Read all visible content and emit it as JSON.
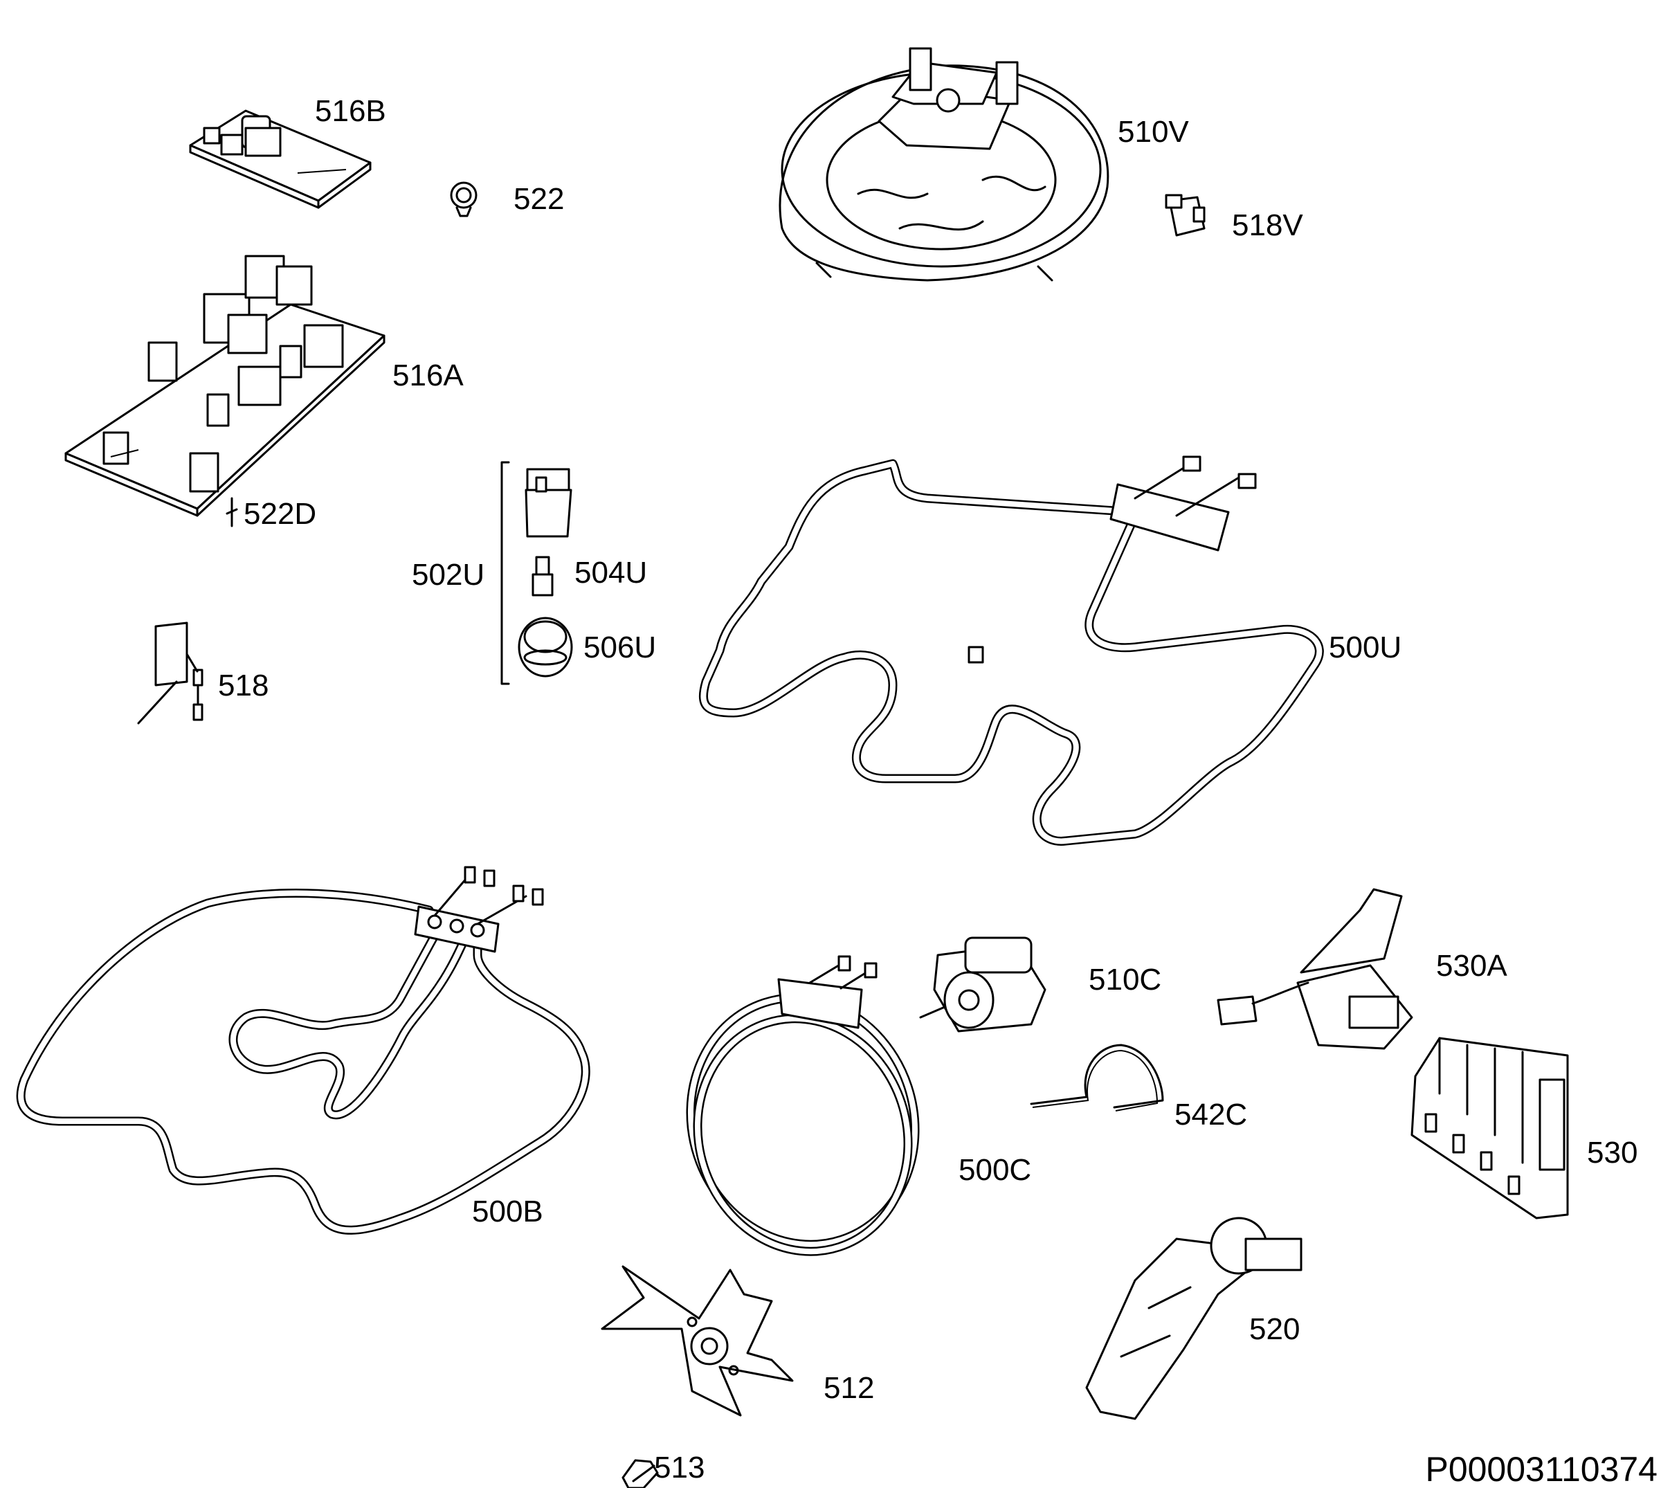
{
  "diagram": {
    "document_id": "P00003110374",
    "parts": [
      {
        "id": "p516B",
        "label": "516B"
      },
      {
        "id": "p522",
        "label": "522"
      },
      {
        "id": "p510V",
        "label": "510V"
      },
      {
        "id": "p518V",
        "label": "518V"
      },
      {
        "id": "p516A",
        "label": "516A"
      },
      {
        "id": "p522D",
        "label": "522D"
      },
      {
        "id": "p502U",
        "label": "502U"
      },
      {
        "id": "p504U",
        "label": "504U"
      },
      {
        "id": "p506U",
        "label": "506U"
      },
      {
        "id": "p518",
        "label": "518"
      },
      {
        "id": "p500U",
        "label": "500U"
      },
      {
        "id": "p510C",
        "label": "510C"
      },
      {
        "id": "p530A",
        "label": "530A"
      },
      {
        "id": "p542C",
        "label": "542C"
      },
      {
        "id": "p530",
        "label": "530"
      },
      {
        "id": "p500C",
        "label": "500C"
      },
      {
        "id": "p500B",
        "label": "500B"
      },
      {
        "id": "p520",
        "label": "520"
      },
      {
        "id": "p512",
        "label": "512"
      },
      {
        "id": "p513",
        "label": "513"
      }
    ]
  }
}
